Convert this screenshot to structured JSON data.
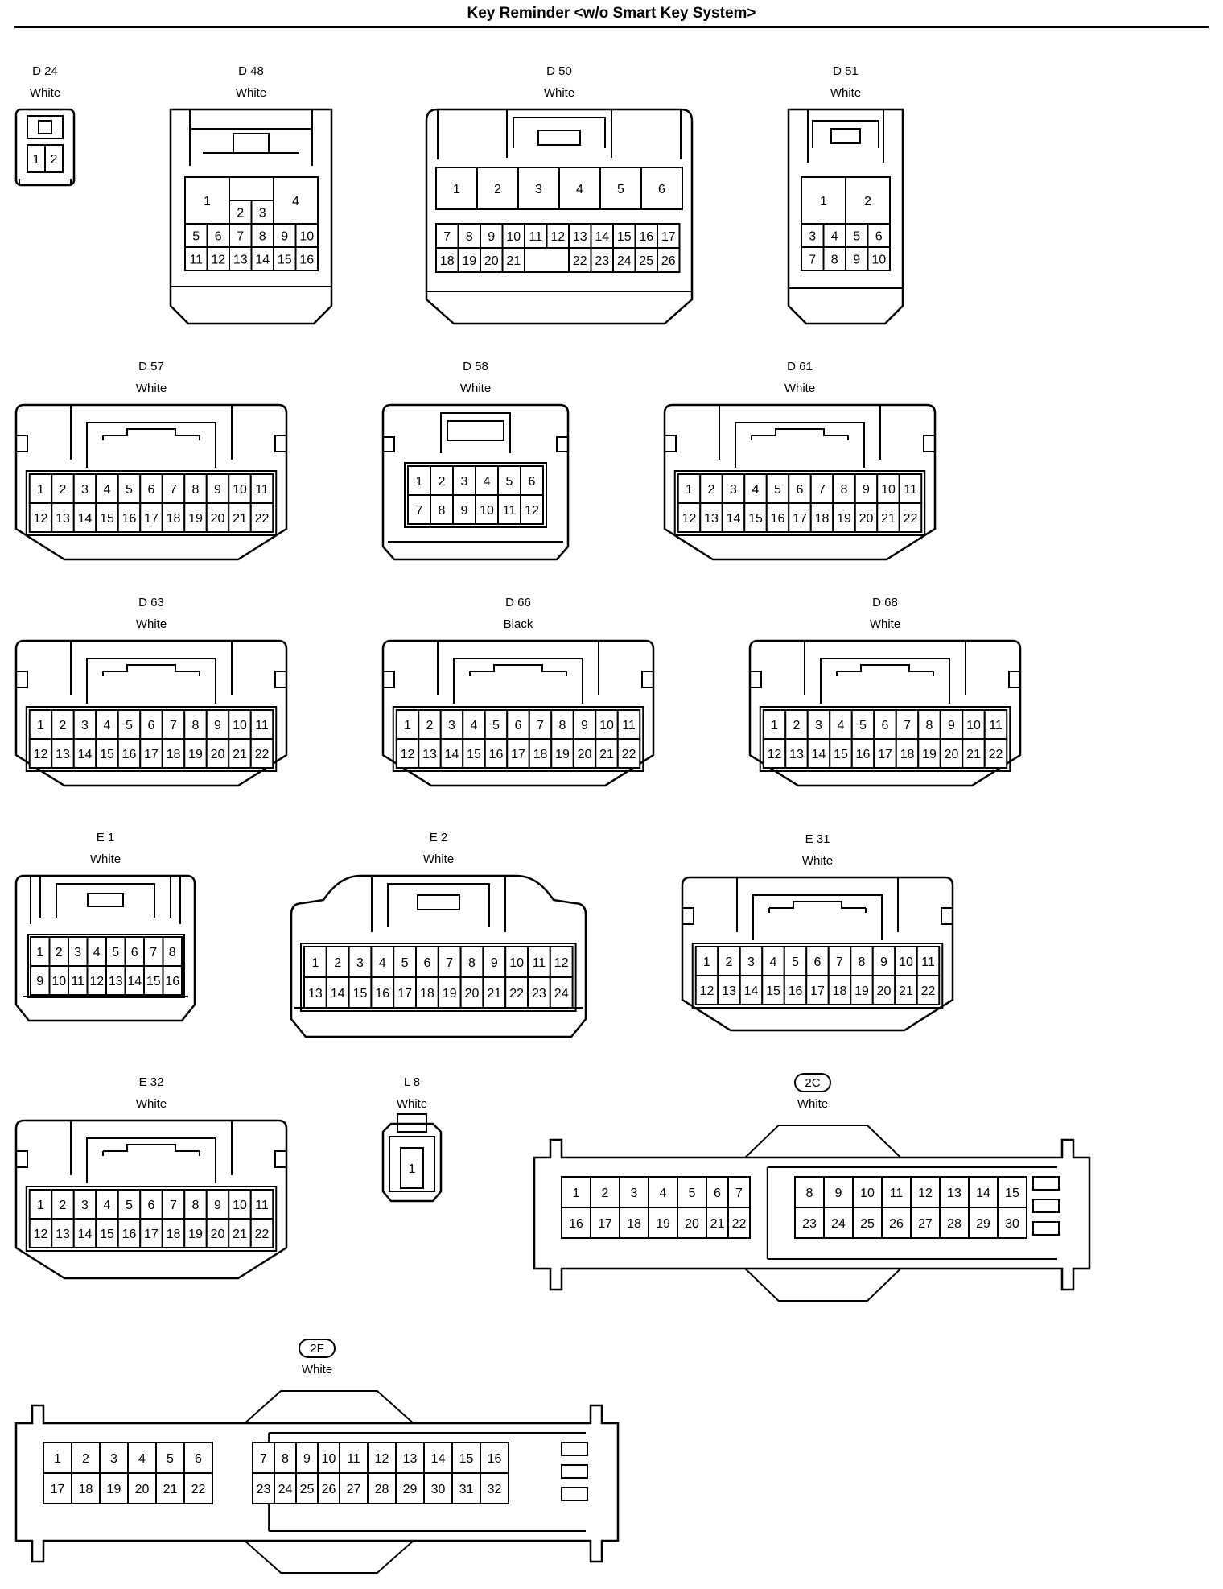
{
  "title": "Key Reminder <w/o Smart Key System>",
  "connectors": [
    {
      "id": "D 24",
      "color": "White",
      "rows": [
        [
          1,
          2
        ]
      ]
    },
    {
      "id": "D 48",
      "color": "White",
      "rows": [
        [
          1,
          2,
          3,
          4
        ],
        [
          5,
          6,
          7,
          8,
          9,
          10
        ],
        [
          11,
          12,
          13,
          14,
          15,
          16
        ]
      ]
    },
    {
      "id": "D 50",
      "color": "White",
      "rows": [
        [
          1,
          2,
          3,
          4,
          5,
          6
        ],
        [
          7,
          8,
          9,
          10,
          11,
          12,
          13,
          14,
          15,
          16,
          17
        ],
        [
          18,
          19,
          20,
          21,
          22,
          23,
          24,
          25,
          26
        ]
      ]
    },
    {
      "id": "D 51",
      "color": "White",
      "rows": [
        [
          1,
          2
        ],
        [
          3,
          4,
          5,
          6
        ],
        [
          7,
          8,
          9,
          10
        ]
      ]
    },
    {
      "id": "D 57",
      "color": "White",
      "rows": [
        [
          1,
          2,
          3,
          4,
          5,
          6,
          7,
          8,
          9,
          10,
          11
        ],
        [
          12,
          13,
          14,
          15,
          16,
          17,
          18,
          19,
          20,
          21,
          22
        ]
      ]
    },
    {
      "id": "D 58",
      "color": "White",
      "rows": [
        [
          1,
          2,
          3,
          4,
          5,
          6
        ],
        [
          7,
          8,
          9,
          10,
          11,
          12
        ]
      ]
    },
    {
      "id": "D 61",
      "color": "White",
      "rows": [
        [
          1,
          2,
          3,
          4,
          5,
          6,
          7,
          8,
          9,
          10,
          11
        ],
        [
          12,
          13,
          14,
          15,
          16,
          17,
          18,
          19,
          20,
          21,
          22
        ]
      ]
    },
    {
      "id": "D 63",
      "color": "White",
      "rows": [
        [
          1,
          2,
          3,
          4,
          5,
          6,
          7,
          8,
          9,
          10,
          11
        ],
        [
          12,
          13,
          14,
          15,
          16,
          17,
          18,
          19,
          20,
          21,
          22
        ]
      ]
    },
    {
      "id": "D 66",
      "color": "Black",
      "rows": [
        [
          1,
          2,
          3,
          4,
          5,
          6,
          7,
          8,
          9,
          10,
          11
        ],
        [
          12,
          13,
          14,
          15,
          16,
          17,
          18,
          19,
          20,
          21,
          22
        ]
      ]
    },
    {
      "id": "D 68",
      "color": "White",
      "rows": [
        [
          1,
          2,
          3,
          4,
          5,
          6,
          7,
          8,
          9,
          10,
          11
        ],
        [
          12,
          13,
          14,
          15,
          16,
          17,
          18,
          19,
          20,
          21,
          22
        ]
      ]
    },
    {
      "id": "E 1",
      "color": "White",
      "rows": [
        [
          1,
          2,
          3,
          4,
          5,
          6,
          7,
          8
        ],
        [
          9,
          10,
          11,
          12,
          13,
          14,
          15,
          16
        ]
      ]
    },
    {
      "id": "E 2",
      "color": "White",
      "rows": [
        [
          1,
          2,
          3,
          4,
          5,
          6,
          7,
          8,
          9,
          10,
          11,
          12
        ],
        [
          13,
          14,
          15,
          16,
          17,
          18,
          19,
          20,
          21,
          22,
          23,
          24
        ]
      ]
    },
    {
      "id": "E 31",
      "color": "White",
      "rows": [
        [
          1,
          2,
          3,
          4,
          5,
          6,
          7,
          8,
          9,
          10,
          11
        ],
        [
          12,
          13,
          14,
          15,
          16,
          17,
          18,
          19,
          20,
          21,
          22
        ]
      ]
    },
    {
      "id": "E 32",
      "color": "White",
      "rows": [
        [
          1,
          2,
          3,
          4,
          5,
          6,
          7,
          8,
          9,
          10,
          11
        ],
        [
          12,
          13,
          14,
          15,
          16,
          17,
          18,
          19,
          20,
          21,
          22
        ]
      ]
    },
    {
      "id": "L 8",
      "color": "White",
      "rows": [
        [
          1
        ]
      ]
    },
    {
      "id": "2C",
      "color": "White",
      "rows": [
        [
          1,
          2,
          3,
          4,
          5,
          6,
          7,
          8,
          9,
          10,
          11,
          12,
          13,
          14,
          15
        ],
        [
          16,
          17,
          18,
          19,
          20,
          21,
          22,
          23,
          24,
          25,
          26,
          27,
          28,
          29,
          30
        ]
      ]
    },
    {
      "id": "2F",
      "color": "White",
      "rows": [
        [
          1,
          2,
          3,
          4,
          5,
          6,
          7,
          8,
          9,
          10,
          11,
          12,
          13,
          14,
          15,
          16
        ],
        [
          17,
          18,
          19,
          20,
          21,
          22,
          23,
          24,
          25,
          26,
          27,
          28,
          29,
          30,
          31,
          32
        ]
      ]
    }
  ]
}
